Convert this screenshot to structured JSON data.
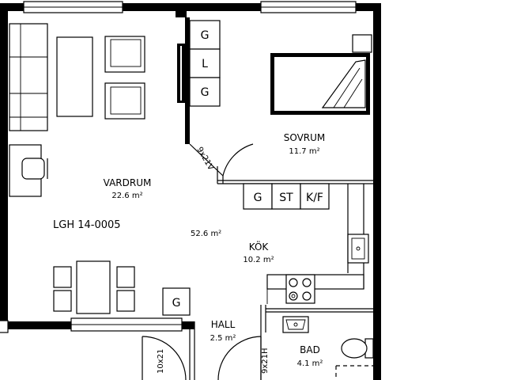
{
  "flat": {
    "id": "LGH 14-0005",
    "total_area": "52.6 m²"
  },
  "rooms": {
    "living": {
      "name": "VARDRUM",
      "area": "22.6 m²"
    },
    "bedroom": {
      "name": "SOVRUM",
      "area": "11.7 m²"
    },
    "kitchen": {
      "name": "KÖK",
      "area": "10.2 m²"
    },
    "hall": {
      "name": "HALL",
      "area": "2.5 m²"
    },
    "bathroom": {
      "name": "BAD",
      "area": "4.1 m²"
    }
  },
  "doors": {
    "bedroom": "9x21V",
    "bathroom": "9x21H",
    "entrance": "10x21"
  },
  "cabinets": {
    "bedroom_wardrobes": [
      "G",
      "L",
      "G"
    ],
    "kitchen": [
      "G",
      "ST",
      "K/F"
    ],
    "hall": "G"
  }
}
